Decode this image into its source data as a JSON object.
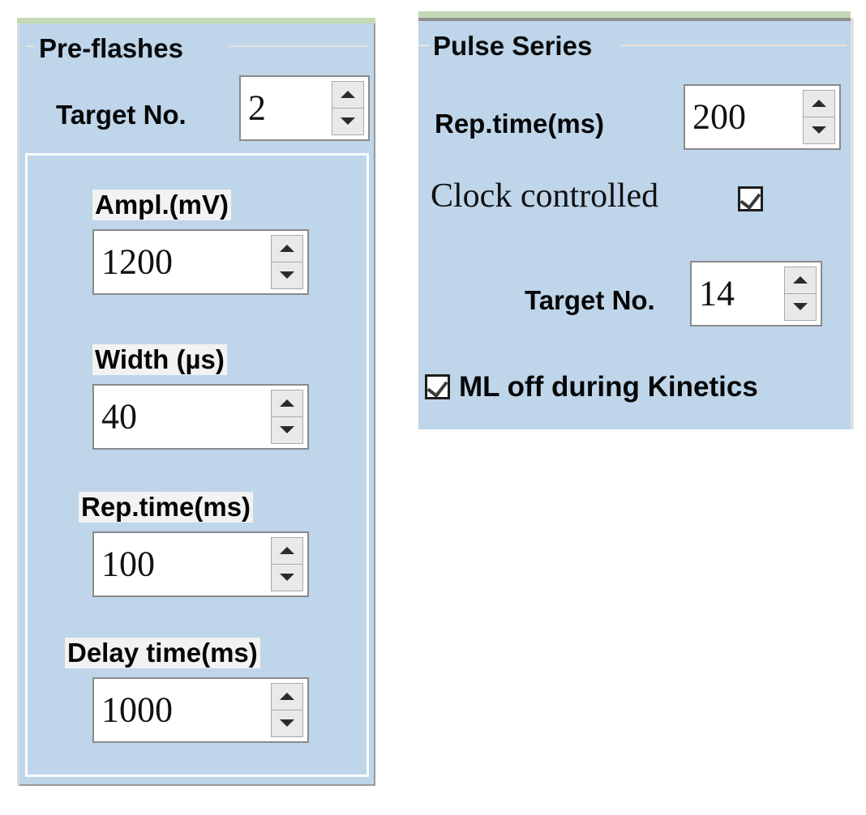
{
  "panels": {
    "preflashes": {
      "title": "Pre-flashes",
      "target_no": {
        "label": "Target No.",
        "value": "2"
      },
      "fields": [
        {
          "label": "Ampl.(mV)",
          "value": "1200"
        },
        {
          "label": "Width (µs)",
          "value": "40"
        },
        {
          "label": "Rep.time(ms)",
          "value": "100"
        },
        {
          "label": "Delay time(ms)",
          "value": "1000"
        }
      ]
    },
    "pulse_series": {
      "title": "Pulse Series",
      "rep_time": {
        "label": "Rep.time(ms)",
        "value": "200"
      },
      "clock_controlled": {
        "label": "Clock controlled",
        "checked": true
      },
      "target_no": {
        "label": "Target No.",
        "value": "14"
      },
      "ml_off": {
        "label": "ML off during Kinetics",
        "checked": true
      }
    }
  },
  "icons": {
    "spin_up": "spin-up-arrow-icon",
    "spin_down": "spin-down-arrow-icon",
    "check": "checkmark-icon"
  },
  "colors": {
    "panel_bg": "#bed5ea",
    "field_bg": "#ffffff",
    "label_bg": "#f2f2f2",
    "accent_strip": "#c3d8b4",
    "border": "#8a8a8a"
  }
}
